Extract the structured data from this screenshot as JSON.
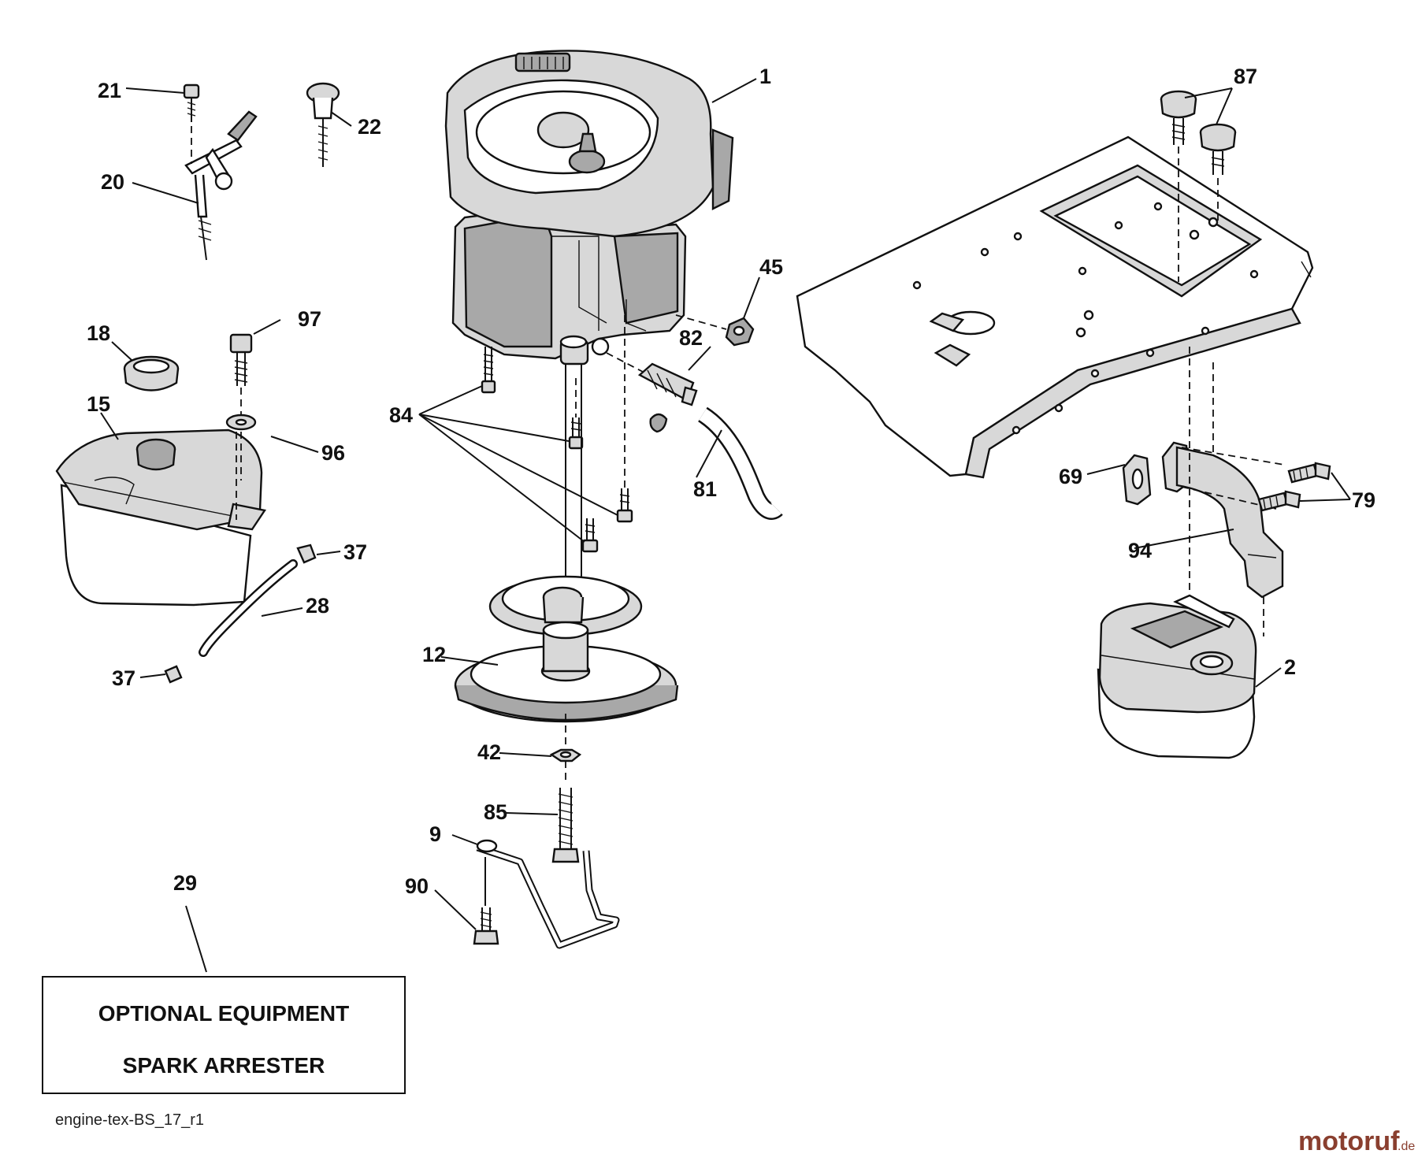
{
  "callouts": [
    {
      "id": "1",
      "text": "1"
    },
    {
      "id": "2",
      "text": "2"
    },
    {
      "id": "9",
      "text": "9"
    },
    {
      "id": "12",
      "text": "12"
    },
    {
      "id": "15",
      "text": "15"
    },
    {
      "id": "18",
      "text": "18"
    },
    {
      "id": "20",
      "text": "20"
    },
    {
      "id": "21",
      "text": "21"
    },
    {
      "id": "22",
      "text": "22"
    },
    {
      "id": "28",
      "text": "28"
    },
    {
      "id": "29",
      "text": "29"
    },
    {
      "id": "37a",
      "text": "37"
    },
    {
      "id": "37b",
      "text": "37"
    },
    {
      "id": "42",
      "text": "42"
    },
    {
      "id": "45",
      "text": "45"
    },
    {
      "id": "69",
      "text": "69"
    },
    {
      "id": "79",
      "text": "79"
    },
    {
      "id": "81",
      "text": "81"
    },
    {
      "id": "82",
      "text": "82"
    },
    {
      "id": "84",
      "text": "84"
    },
    {
      "id": "85",
      "text": "85"
    },
    {
      "id": "87",
      "text": "87"
    },
    {
      "id": "90",
      "text": "90"
    },
    {
      "id": "94",
      "text": "94"
    },
    {
      "id": "96",
      "text": "96"
    },
    {
      "id": "97",
      "text": "97"
    }
  ],
  "optional_box": {
    "line1": "OPTIONAL EQUIPMENT",
    "line2": "SPARK ARRESTER"
  },
  "drawing_ref": "engine-tex-BS_17_r1",
  "watermark": {
    "main": "motoruf",
    "suffix": ".de"
  }
}
